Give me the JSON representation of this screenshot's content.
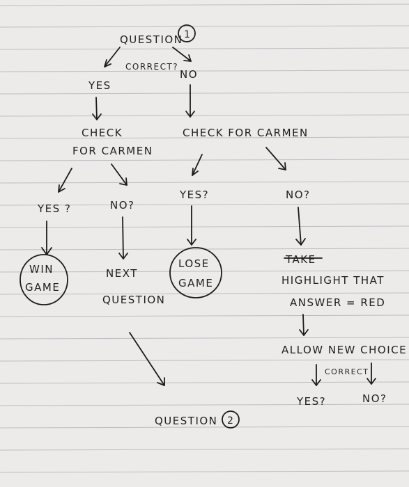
{
  "diagram": {
    "top": {
      "text": "QUESTION",
      "badge": "1"
    },
    "top_edge_label": "CORRECT?",
    "branch_yes": "YES",
    "branch_no": "NO",
    "check_left_line1": "CHECK",
    "check_left_line2": "FOR CARMEN",
    "check_right": "CHECK FOR CARMEN",
    "ll_yes": "YES ?",
    "ll_no": "NO?",
    "rl_yes": "YES?",
    "rl_no": "NO?",
    "win_line1": "WIN",
    "win_line2": "GAME",
    "next_line1": "NEXT",
    "next_line2": "QUESTION",
    "lose_line1": "LOSE",
    "lose_line2": "GAME",
    "struck_word": "TAKE",
    "highlight_line1": "HIGHLIGHT THAT",
    "highlight_line2": "ANSWER = RED",
    "allow": "ALLOW NEW CHOICE",
    "allow_edge_label": "CORRECT",
    "final_yes": "YES?",
    "final_no": "NO?",
    "bottom": {
      "text": "QUESTION",
      "badge": "2"
    }
  }
}
